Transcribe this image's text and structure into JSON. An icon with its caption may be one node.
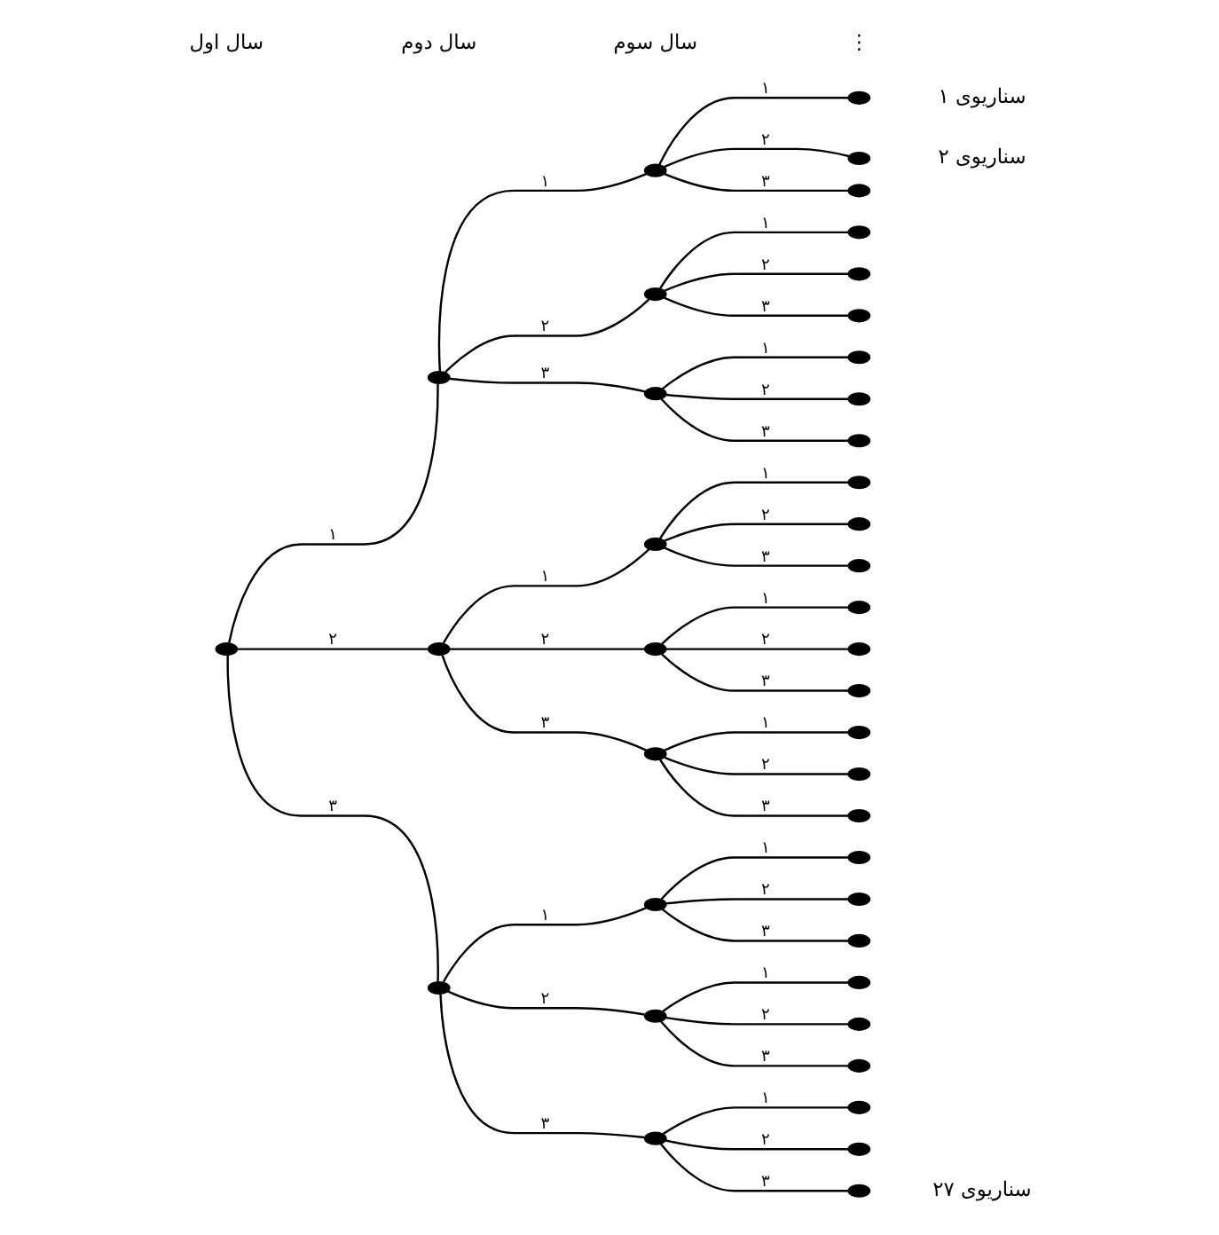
{
  "diagram": {
    "nodes": [
      {
        "text": [],
        "shape": "circle"
      },
      {
        "text": [],
        "shape": "circle"
      },
      {
        "text": [],
        "shape": "circle"
      },
      {
        "text": [],
        "shape": "circle"
      },
      {
        "text": [],
        "shape": "circle"
      },
      {
        "text": [],
        "shape": "circle"
      },
      {
        "text": [],
        "shape": "circle"
      },
      {
        "text": [],
        "shape": "circle"
      },
      {
        "text": [],
        "shape": "circle"
      },
      {
        "text": [],
        "shape": "circle"
      },
      {
        "text": [],
        "shape": "circle"
      },
      {
        "text": [],
        "shape": "circle"
      },
      {
        "text": [],
        "shape": "circle"
      },
      {
        "text": [],
        "shape": "circle",
        "beside": [
          "سناریوی ۱"
        ]
      },
      {
        "text": [],
        "shape": "circle",
        "beside": [
          "سناریوی ۲"
        ]
      },
      {
        "text": [],
        "shape": "circle"
      },
      {
        "text": [],
        "shape": "circle"
      },
      {
        "text": [],
        "shape": "circle"
      },
      {
        "text": [],
        "shape": "circle"
      },
      {
        "text": [],
        "shape": "circle"
      },
      {
        "text": [],
        "shape": "circle"
      },
      {
        "text": [],
        "shape": "circle"
      },
      {
        "text": [],
        "shape": "circle"
      },
      {
        "text": [],
        "shape": "circle"
      },
      {
        "text": [],
        "shape": "circle"
      },
      {
        "text": [],
        "shape": "circle"
      },
      {
        "text": [],
        "shape": "circle"
      },
      {
        "text": [],
        "shape": "circle"
      },
      {
        "text": [],
        "shape": "circle"
      },
      {
        "text": [],
        "shape": "circle"
      },
      {
        "text": [],
        "shape": "circle"
      },
      {
        "text": [],
        "shape": "circle"
      },
      {
        "text": [],
        "shape": "circle"
      },
      {
        "text": [],
        "shape": "circle"
      },
      {
        "text": [],
        "shape": "circle"
      },
      {
        "text": [],
        "shape": "circle"
      },
      {
        "text": [],
        "shape": "circle"
      },
      {
        "text": [],
        "shape": "circle"
      },
      {
        "text": [],
        "shape": "circle"
      },
      {
        "text": [],
        "shape": "circle",
        "beside": [
          "سناریوی ۲۷"
        ]
      }
    ],
    "edges": [
      {
        "from": 0,
        "to": 1,
        "arrow": "none",
        "label": "۱"
      },
      {
        "from": 0,
        "to": 2,
        "arrow": "none",
        "label": "۲"
      },
      {
        "from": 0,
        "to": 3,
        "arrow": "none",
        "label": "۳"
      },
      {
        "from": 1,
        "to": 4,
        "arrow": "none",
        "label": "۱"
      },
      {
        "from": 1,
        "to": 5,
        "arrow": "none",
        "label": "۲"
      },
      {
        "from": 1,
        "to": 6,
        "arrow": "none",
        "label": "۳"
      },
      {
        "from": 2,
        "to": 7,
        "arrow": "none",
        "label": "۱"
      },
      {
        "from": 2,
        "to": 8,
        "arrow": "none",
        "label": "۲"
      },
      {
        "from": 2,
        "to": 9,
        "arrow": "none",
        "label": "۳"
      },
      {
        "from": 3,
        "to": 10,
        "arrow": "none",
        "label": "۱"
      },
      {
        "from": 3,
        "to": 11,
        "arrow": "none",
        "label": "۲"
      },
      {
        "from": 3,
        "to": 12,
        "arrow": "none",
        "label": "۳"
      },
      {
        "from": 4,
        "to": 13,
        "arrow": "none",
        "label": "۱"
      },
      {
        "from": 4,
        "to": 14,
        "arrow": "none",
        "label": "۲"
      },
      {
        "from": 4,
        "to": 15,
        "arrow": "none",
        "label": "۳"
      },
      {
        "from": 5,
        "to": 16,
        "arrow": "none",
        "label": "۱"
      },
      {
        "from": 5,
        "to": 17,
        "arrow": "none",
        "label": "۲"
      },
      {
        "from": 5,
        "to": 18,
        "arrow": "none",
        "label": "۳"
      },
      {
        "from": 6,
        "to": 19,
        "arrow": "none",
        "label": "۱"
      },
      {
        "from": 6,
        "to": 20,
        "arrow": "none",
        "label": "۲"
      },
      {
        "from": 6,
        "to": 21,
        "arrow": "none",
        "label": "۳"
      },
      {
        "from": 7,
        "to": 22,
        "arrow": "none",
        "label": "۱"
      },
      {
        "from": 7,
        "to": 23,
        "arrow": "none",
        "label": "۲"
      },
      {
        "from": 7,
        "to": 24,
        "arrow": "none",
        "label": "۳"
      },
      {
        "from": 8,
        "to": 25,
        "arrow": "none",
        "label": "۱"
      },
      {
        "from": 8,
        "to": 26,
        "arrow": "none",
        "label": "۲"
      },
      {
        "from": 8,
        "to": 27,
        "arrow": "none",
        "label": "۳"
      },
      {
        "from": 9,
        "to": 28,
        "arrow": "none",
        "label": "۱"
      },
      {
        "from": 9,
        "to": 29,
        "arrow": "none",
        "label": "۲"
      },
      {
        "from": 9,
        "to": 30,
        "arrow": "none",
        "label": "۳"
      },
      {
        "from": 10,
        "to": 31,
        "arrow": "none",
        "label": "۱"
      },
      {
        "from": 10,
        "to": 32,
        "arrow": "none",
        "label": "۲"
      },
      {
        "from": 10,
        "to": 33,
        "arrow": "none",
        "label": "۳"
      },
      {
        "from": 11,
        "to": 34,
        "arrow": "none",
        "label": "۱"
      },
      {
        "from": 11,
        "to": 35,
        "arrow": "none",
        "label": "۲"
      },
      {
        "from": 11,
        "to": 36,
        "arrow": "none",
        "label": "۳"
      },
      {
        "from": 12,
        "to": 37,
        "arrow": "none",
        "label": "۱"
      },
      {
        "from": 12,
        "to": 38,
        "arrow": "none",
        "label": "۲"
      },
      {
        "from": 12,
        "to": 39,
        "arrow": "none",
        "label": "۳"
      }
    ],
    "labels": [
      "سال اول",
      "سال دوم",
      "سال سوم",
      "⋮"
    ]
  }
}
